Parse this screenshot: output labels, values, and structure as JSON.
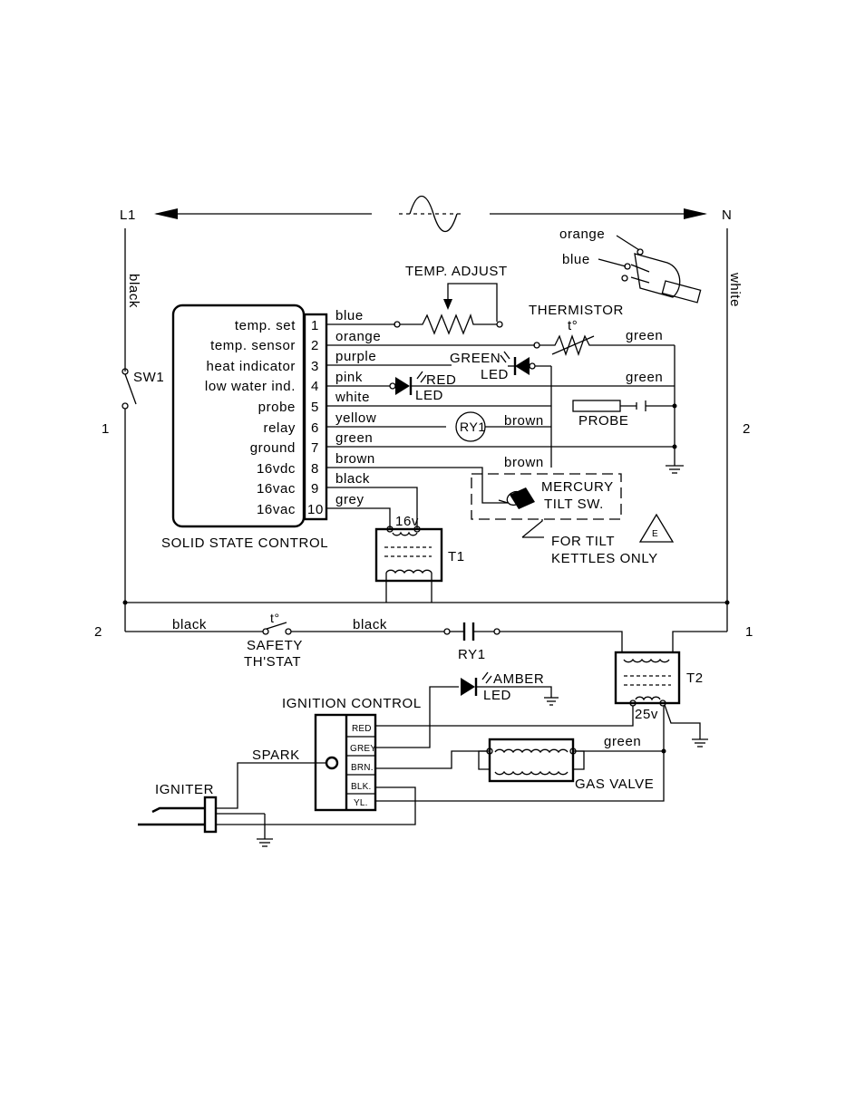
{
  "line": {
    "l1": "L1",
    "n": "N",
    "left_wire": "black",
    "right_wire": "white",
    "num_left": "1",
    "num_right": "2"
  },
  "switch": {
    "label": "SW1"
  },
  "pot": {
    "label": "TEMP. ADJUST",
    "wire1": "orange",
    "wire2": "blue"
  },
  "thermistor": {
    "label": "THERMISTOR",
    "symbol": "t°"
  },
  "control": {
    "title": "SOLID STATE CONTROL",
    "pins": [
      {
        "num": "1",
        "name": "temp. set",
        "wire": "blue"
      },
      {
        "num": "2",
        "name": "temp. sensor",
        "wire": "orange"
      },
      {
        "num": "3",
        "name": "heat indicator",
        "wire": "purple"
      },
      {
        "num": "4",
        "name": "low water ind.",
        "wire": "pink"
      },
      {
        "num": "5",
        "name": "probe",
        "wire": "white"
      },
      {
        "num": "6",
        "name": "relay",
        "wire": "yellow"
      },
      {
        "num": "7",
        "name": "ground",
        "wire": "green"
      },
      {
        "num": "8",
        "name": "16vdc",
        "wire": "brown"
      },
      {
        "num": "9",
        "name": "16vac",
        "wire": "black"
      },
      {
        "num": "10",
        "name": "16vac",
        "wire": "grey"
      }
    ]
  },
  "right_side": {
    "green_led": "GREEN",
    "green_led_sub": "LED",
    "red_led": "RED",
    "red_led_sub": "LED",
    "wire_green_top": "green",
    "wire_green_mid": "green",
    "relay": "RY1",
    "wire_brown1": "brown",
    "wire_brown2": "brown",
    "probe": "PROBE",
    "mercury1": "MERCURY",
    "mercury2": "TILT SW.",
    "note1": "FOR TILT",
    "note2": "KETTLES ONLY",
    "note_tag": "E"
  },
  "t1": {
    "label": "T1",
    "volt": "16v"
  },
  "lower": {
    "num_left": "2",
    "num_right": "1",
    "wire_black1": "black",
    "wire_black2": "black",
    "safety1": "SAFETY",
    "safety2": "TH'STAT",
    "safety_sym": "t°",
    "relay_contact": "RY1",
    "t2": "T2",
    "t2_volt": "25v",
    "amber": "AMBER",
    "amber_sub": "LED",
    "ignition_title": "IGNITION CONTROL",
    "terminals": [
      "RED",
      "GREY",
      "BRN.",
      "BLK.",
      "YL."
    ],
    "spark": "SPARK",
    "igniter": "IGNITER",
    "gas_valve": "GAS VALVE",
    "wire_green": "green"
  }
}
